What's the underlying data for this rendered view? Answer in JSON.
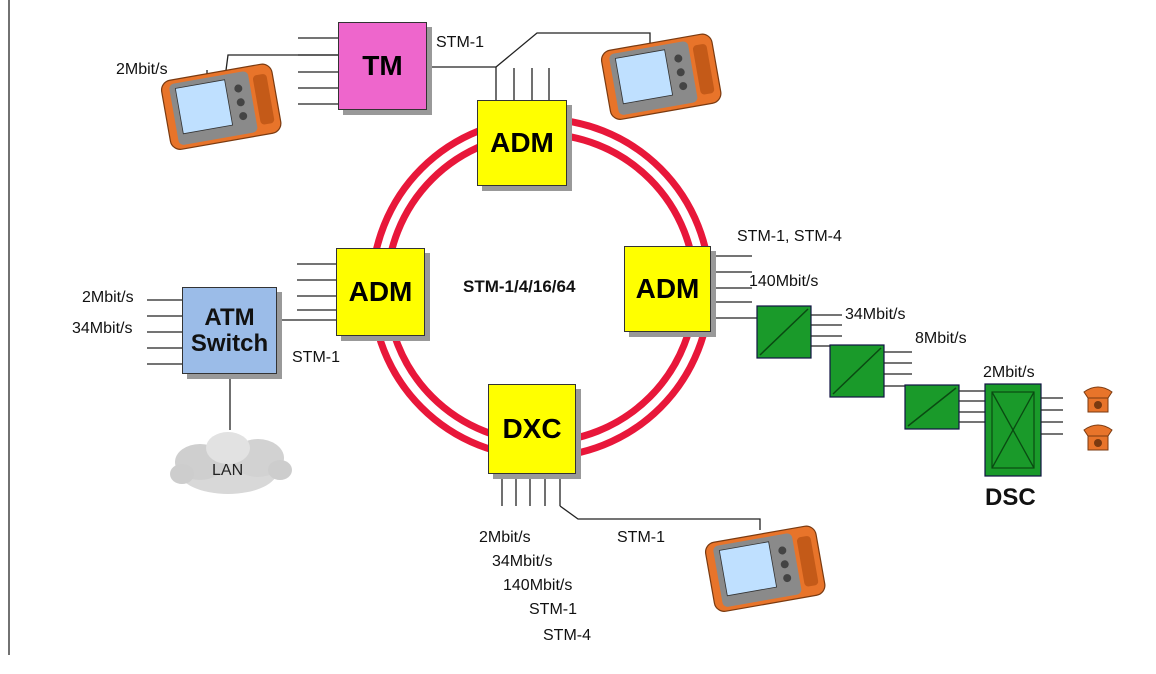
{
  "nodes": {
    "tm": "TM",
    "adm_top": "ADM",
    "adm_left": "ADM",
    "adm_right": "ADM",
    "dxc": "DXC",
    "atm_line1": "ATM",
    "atm_line2": "Switch",
    "lan": "LAN",
    "dsc": "DSC"
  },
  "ring_label": "STM-1/4/16/64",
  "labels": {
    "tester_tl_rate": "2Mbit/s",
    "tm_out": "STM-1",
    "atm_in_2": "2Mbit/s",
    "atm_in_34": "34Mbit/s",
    "atm_out": "STM-1",
    "adm_right_stm": "STM-1, STM-4",
    "adm_right_140": "140Mbit/s",
    "mux_34": "34Mbit/s",
    "mux_8": "8Mbit/s",
    "mux_2": "2Mbit/s",
    "dxc_out_1": "2Mbit/s",
    "dxc_out_2": "34Mbit/s",
    "dxc_out_3": "140Mbit/s",
    "dxc_out_4": "STM-1",
    "dxc_out_5": "STM-4",
    "dxc_tester": "STM-1"
  },
  "colors": {
    "ring": "#e8173a",
    "adm": "#ffff00",
    "tm": "#ee66cc",
    "atm": "#9bbce8",
    "mux": "#1a9a2a",
    "tester_body": "#e8742a",
    "phone": "#e8742a"
  },
  "icons": [
    "test-instrument-icon",
    "telephone-icon",
    "cloud-icon",
    "multiplexer-icon"
  ]
}
